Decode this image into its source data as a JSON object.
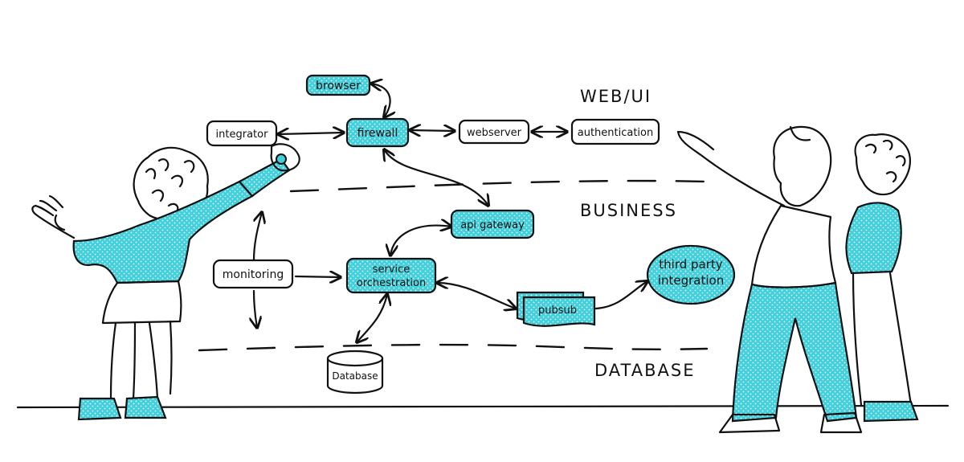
{
  "colors": {
    "accent": "#3fd0dc",
    "ink": "#111111",
    "background": "#ffffff"
  },
  "layers": {
    "web_ui": "WEB/UI",
    "business": "BUSINESS",
    "database": "DATABASE"
  },
  "nodes": {
    "browser": "browser",
    "integrator": "integrator",
    "firewall": "firewall",
    "webserver": "webserver",
    "authentication": "authentication",
    "api_gateway": "api gateway",
    "monitoring": "monitoring",
    "service_orchestration_1": "service",
    "service_orchestration_2": "orchestration",
    "third_party_1": "third party",
    "third_party_2": "integration",
    "pubsub": "pubsub",
    "database": "Database"
  },
  "figures": [
    "woman-left-pointing",
    "man-right-pointing",
    "person-right-background"
  ]
}
